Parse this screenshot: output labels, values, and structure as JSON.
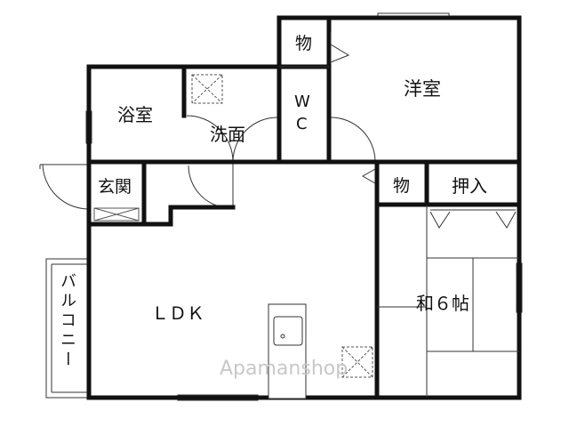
{
  "rooms": {
    "storage_top": "物",
    "western_room": "洋室",
    "bathroom": "浴室",
    "washroom": "洗面",
    "wc_w": "W",
    "wc_c": "C",
    "entrance": "玄関",
    "storage_mid": "物",
    "closet": "押入",
    "balcony": "バルコニー",
    "ldk": "ＬＤＫ",
    "japanese_room": "和６帖"
  },
  "watermark": "Apamanshop",
  "colors": {
    "wall": "#111111",
    "line": "#333333",
    "watermark": "#c8c8c8"
  }
}
